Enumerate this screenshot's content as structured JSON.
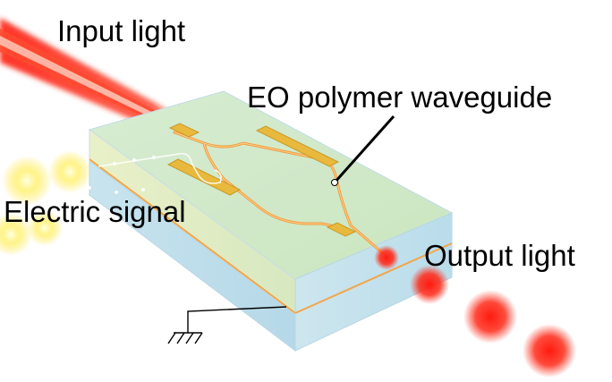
{
  "labels": {
    "input_light": "Input light",
    "eo_waveguide": "EO polymer waveguide",
    "electric_signal": "Electric signal",
    "output_light": "Output light"
  },
  "colors": {
    "laser_red": "#ff1a10",
    "signal_yellow": "#fff27a",
    "electrode_gold": "#e8b93c",
    "waveguide_orange": "#f39a3a",
    "top_face": "#cfe6a6",
    "cladding_blue": "#c6e6f2"
  }
}
